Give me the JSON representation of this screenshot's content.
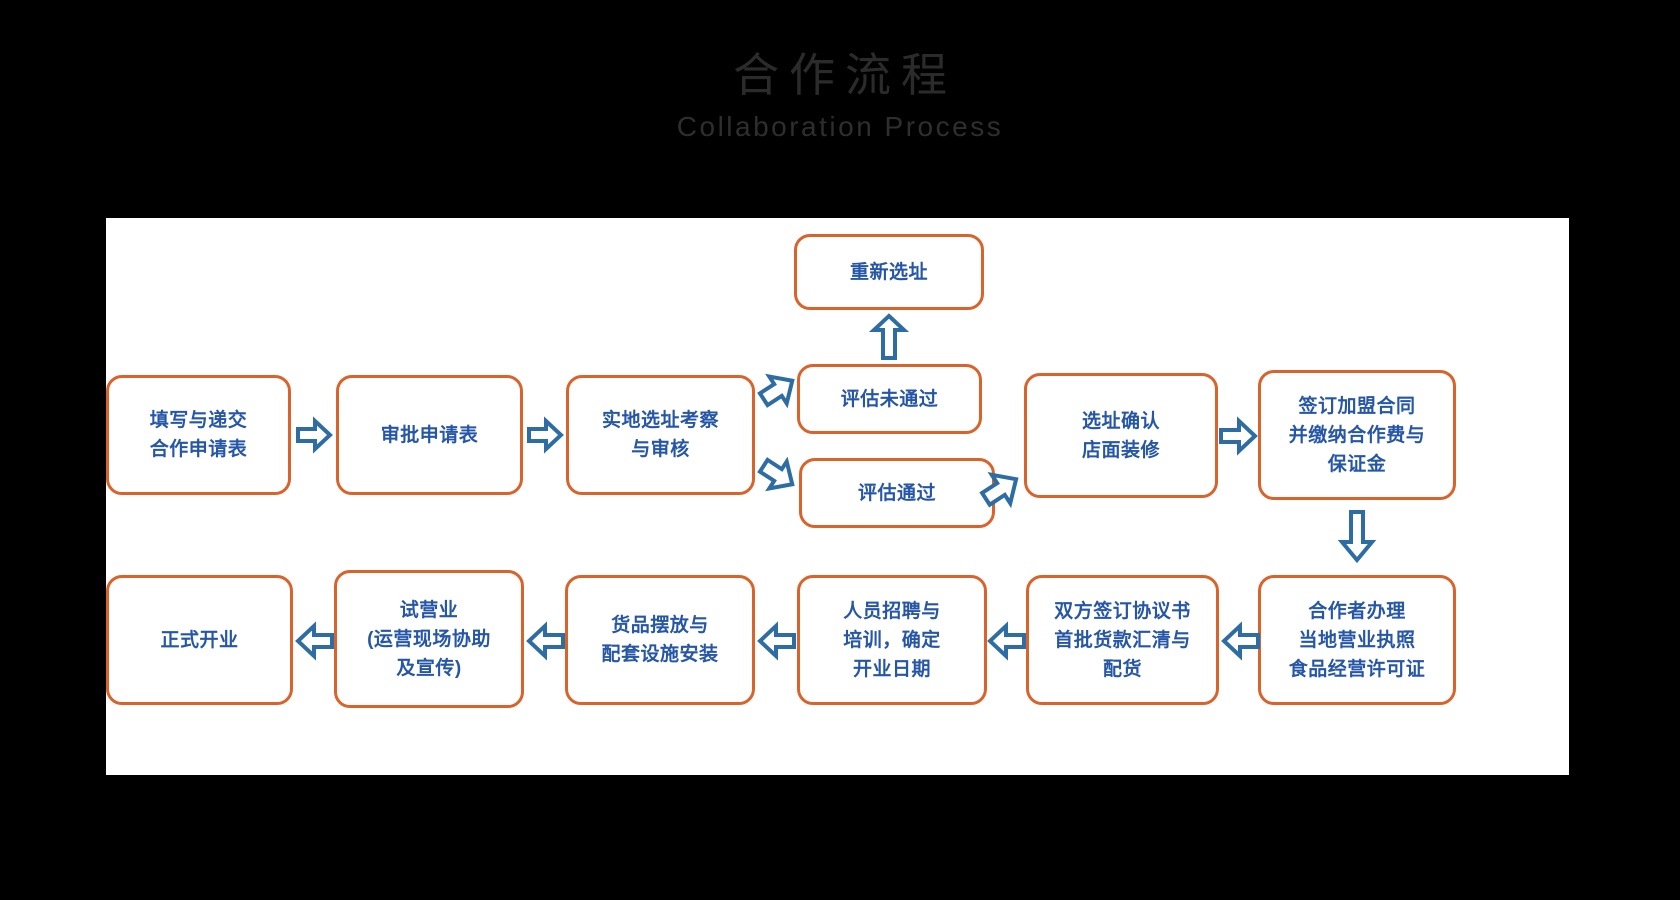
{
  "title": {
    "cn": "合作流程",
    "en": "Collaboration Process"
  },
  "colors": {
    "background": "#000000",
    "canvas": "#ffffff",
    "box_border": "#D9632A",
    "box_text": "#2656A6",
    "arrow_stroke": "#2E6DA4",
    "title_text": "#2b2b2b"
  },
  "flow": {
    "row1": [
      {
        "id": "apply-form",
        "label": "填写与递交\n合作申请表"
      },
      {
        "id": "approve-form",
        "label": "审批申请表"
      },
      {
        "id": "site-survey",
        "label": "实地选址考察\n与审核"
      },
      {
        "id": "eval-failed",
        "label": "评估未通过"
      },
      {
        "id": "eval-passed",
        "label": "评估通过"
      },
      {
        "id": "reselect-site",
        "label": "重新选址"
      },
      {
        "id": "site-confirm",
        "label": "选址确认\n店面装修"
      },
      {
        "id": "sign-contract",
        "label": "签订加盟合同\n并缴纳合作费与\n保证金"
      }
    ],
    "row2": [
      {
        "id": "licenses",
        "label": "合作者办理\n当地营业执照\n食品经营许可证"
      },
      {
        "id": "sign-agreement",
        "label": "双方签订协议书\n首批货款汇清与\n配货"
      },
      {
        "id": "recruit-train",
        "label": "人员招聘与\n培训，确定\n开业日期"
      },
      {
        "id": "goods-display",
        "label": "货品摆放与\n配套设施安装"
      },
      {
        "id": "trial-operation",
        "label": "试营业\n(运营现场协助\n及宣传)"
      },
      {
        "id": "grand-opening",
        "label": "正式开业"
      }
    ],
    "arrows": [
      {
        "id": "a1",
        "direction": "right",
        "from": "apply-form",
        "to": "approve-form"
      },
      {
        "id": "a2",
        "direction": "right",
        "from": "approve-form",
        "to": "site-survey"
      },
      {
        "id": "a3",
        "direction": "up-right",
        "from": "site-survey",
        "to": "eval-failed"
      },
      {
        "id": "a4",
        "direction": "down-right",
        "from": "site-survey",
        "to": "eval-passed"
      },
      {
        "id": "a5",
        "direction": "up",
        "from": "eval-failed",
        "to": "reselect-site"
      },
      {
        "id": "a6",
        "direction": "up-right",
        "from": "eval-passed",
        "to": "site-confirm"
      },
      {
        "id": "a7",
        "direction": "right",
        "from": "site-confirm",
        "to": "sign-contract"
      },
      {
        "id": "a8",
        "direction": "down",
        "from": "sign-contract",
        "to": "licenses"
      },
      {
        "id": "a9",
        "direction": "left",
        "from": "licenses",
        "to": "sign-agreement"
      },
      {
        "id": "a10",
        "direction": "left",
        "from": "sign-agreement",
        "to": "recruit-train"
      },
      {
        "id": "a11",
        "direction": "left",
        "from": "recruit-train",
        "to": "goods-display"
      },
      {
        "id": "a12",
        "direction": "left",
        "from": "goods-display",
        "to": "trial-operation"
      },
      {
        "id": "a13",
        "direction": "left",
        "from": "trial-operation",
        "to": "grand-opening"
      }
    ]
  }
}
